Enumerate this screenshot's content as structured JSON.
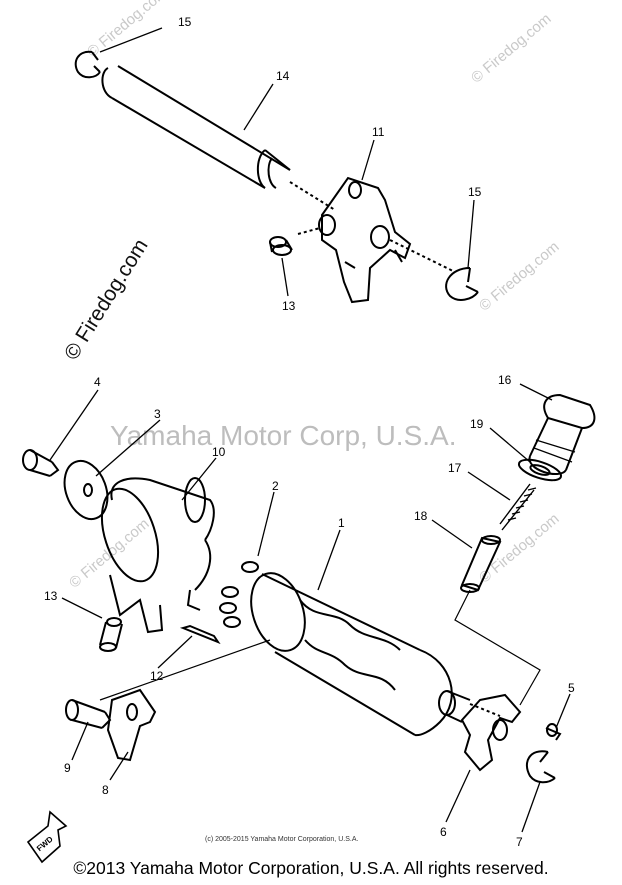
{
  "diagram": {
    "part_labels": [
      {
        "id": "15a",
        "text": "15"
      },
      {
        "id": "14",
        "text": "14"
      },
      {
        "id": "11",
        "text": "11"
      },
      {
        "id": "15b",
        "text": "15"
      },
      {
        "id": "13a",
        "text": "13"
      },
      {
        "id": "4",
        "text": "4"
      },
      {
        "id": "3",
        "text": "3"
      },
      {
        "id": "10",
        "text": "10"
      },
      {
        "id": "2",
        "text": "2"
      },
      {
        "id": "1",
        "text": "1"
      },
      {
        "id": "16",
        "text": "16"
      },
      {
        "id": "19",
        "text": "19"
      },
      {
        "id": "17",
        "text": "17"
      },
      {
        "id": "18",
        "text": "18"
      },
      {
        "id": "13b",
        "text": "13"
      },
      {
        "id": "12",
        "text": "12"
      },
      {
        "id": "5",
        "text": "5"
      },
      {
        "id": "9",
        "text": "9"
      },
      {
        "id": "8",
        "text": "8"
      },
      {
        "id": "6",
        "text": "6"
      },
      {
        "id": "7",
        "text": "7"
      }
    ],
    "fwd_arrow_label": "FWD"
  },
  "watermarks": {
    "firedog": "© Firedog.com",
    "firedog_vertical": "© Firedog.com",
    "yamaha": "Yamaha Motor Corp, U.S.A."
  },
  "small_copyright": "(c) 2005-2015 Yamaha Motor Corporation, U.S.A.",
  "footer": "©2013 Yamaha Motor Corporation, U.S.A. All rights reserved."
}
